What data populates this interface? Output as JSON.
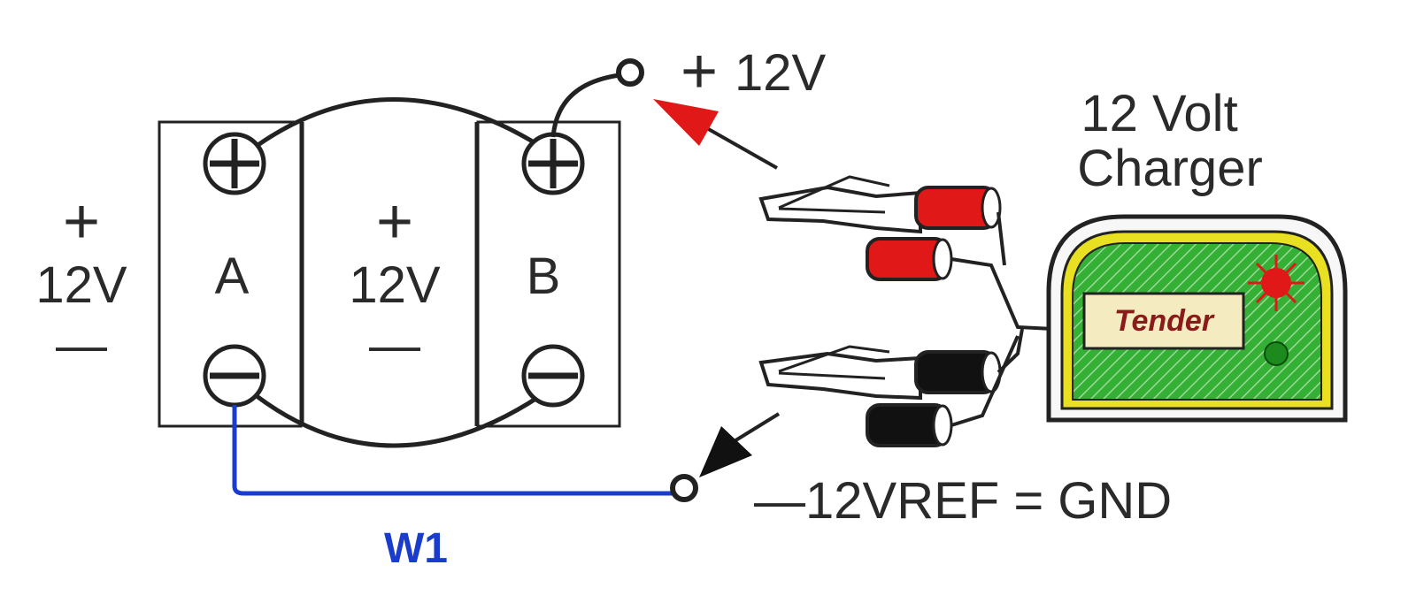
{
  "battery_left": {
    "plus": "+",
    "voltage": "12V",
    "minus": "—"
  },
  "battery_middle": {
    "plus": "+",
    "voltage": "12V",
    "minus": "—"
  },
  "labels": {
    "terminal_a": "A",
    "terminal_b": "B",
    "positive_out_sign": "+",
    "positive_out_value": "12V",
    "negative_ref": "—12VREF = GND",
    "wire": "W1",
    "charger_line1": "12 Volt",
    "charger_line2": "Charger"
  },
  "charger": {
    "brand_logo": "Tender",
    "status_light_red": "on",
    "status_light_green": "on"
  },
  "colors": {
    "wire_w1": "#1a3ccc",
    "arrow_positive": "#e01818",
    "arrow_negative": "#111111",
    "clamp_red": "#e01818",
    "clamp_black": "#111111",
    "charger_body": "#2aa12a",
    "charger_border": "#e8e020"
  },
  "icons": [
    "plus-terminal-icon",
    "minus-terminal-icon",
    "alligator-clip-icon",
    "status-light-icon"
  ]
}
